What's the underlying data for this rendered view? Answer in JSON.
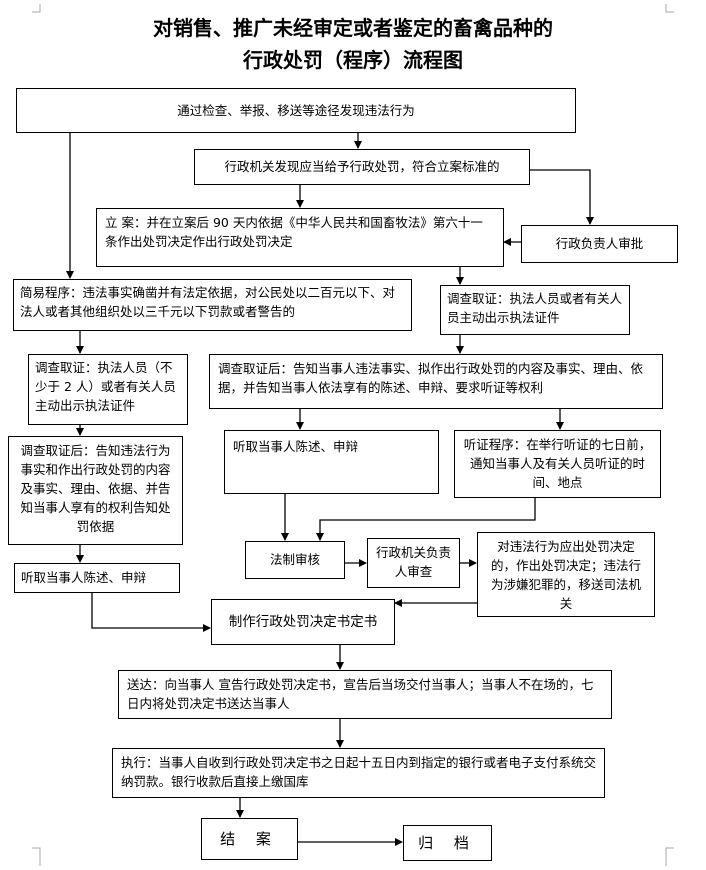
{
  "title": {
    "line1": "对销售、推广未经审定或者鉴定的畜禽品种的",
    "line2": "行政处罚（程序）流程图"
  },
  "nodes": {
    "discover": "通过检查、举报、移送等途径发现违法行为",
    "found_penalty": "行政机关发现应当给予行政处罚，符合立案标准的",
    "filing": "立 案：并在立案后 90 天内依据《中华人民共和国畜牧法》第六十一条作出处罚决定作出行政处罚决定",
    "leader_approve": "行政负责人审批",
    "simple_procedure": "简易程序：违法事实确凿并有法定依据，对公民处以二百元以下、对法人或者其他组织处以三千元以下罚款或者警告的",
    "investigate_right": "调查取证：执法人员或者有关人员主动出示执法证件",
    "investigate_left": "调查取证：执法人员（不少于 2 人）或者有关人员主动出示执法证件",
    "after_investigate_mid": "调查取证后：告知当事人违法事实、拟作出行政处罚的内容及事实、理由、依据，并告知当事人依法享有的陈述、申辩、要求听证等权利",
    "after_investigate_left": "调查取证后：告知违法行为事实和作出行政处罚的内容及事实、理由、依据、并告知当事人享有的权利告知处罚依据",
    "hear_mid": "听取当事人陈述、申辩",
    "hearing": "听证程序：在举行听证的七日前，通知当事人及有关人员听证的时间、地点",
    "hear_left": "听取当事人陈述、申辩",
    "legal_review": "法制审核",
    "leader_review": "行政机关负责人审查",
    "transfer": "对违法行为应出处罚决定的，作出处罚决定；违法行为涉嫌犯罪的，移送司法机关",
    "make_decision": "制作行政处罚决定书定书",
    "deliver": "送达：向当事人 宣告行政处罚决定书，宣告后当场交付当事人；当事人不在场的，七日内将处罚决定书送达当事人",
    "execute": "执行：当事人自收到行政处罚决定书之日起十五日内到指定的银行或者电子支付系统交纳罚款。银行收款后直接上缴国库",
    "close": "结 案",
    "archive": "归 档"
  }
}
